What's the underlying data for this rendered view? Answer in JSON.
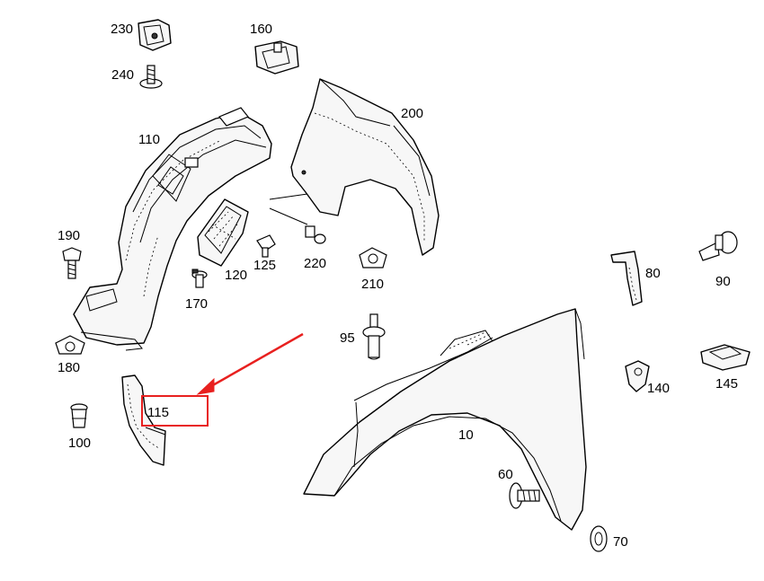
{
  "labels": {
    "p10": "10",
    "p60": "60",
    "p70": "70",
    "p80": "80",
    "p90": "90",
    "p95": "95",
    "p100": "100",
    "p110": "110",
    "p115": "115",
    "p120": "120",
    "p125": "125",
    "p140": "140",
    "p145": "145",
    "p160": "160",
    "p170": "170",
    "p180": "180",
    "p190": "190",
    "p200": "200",
    "p210": "210",
    "p220": "220",
    "p230": "230",
    "p240": "240"
  },
  "colors": {
    "highlight": "#e8201f",
    "line": "#000000",
    "part_fill": "#f7f7f7"
  },
  "highlighted_part": "115"
}
